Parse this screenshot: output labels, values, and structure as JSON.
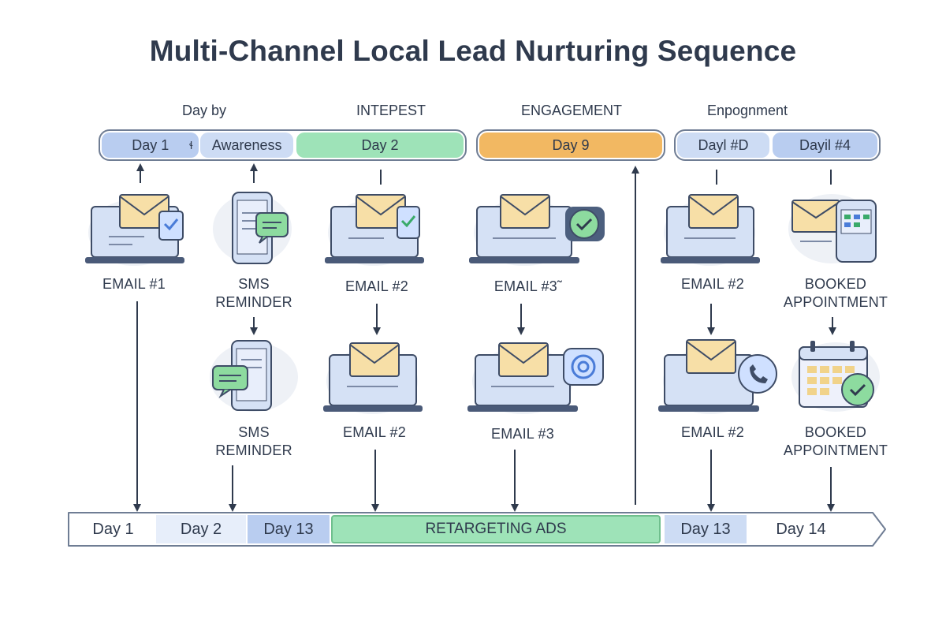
{
  "title": "Multi-Channel Local Lead Nurturing Sequence",
  "stages": [
    {
      "label": "Day by"
    },
    {
      "label": "INTEPEST"
    },
    {
      "label": "ENGAGEMENT"
    },
    {
      "label": "Enpognment"
    }
  ],
  "top_pills": {
    "group1": [
      "Day 1",
      "Awareness",
      "Day 2"
    ],
    "group1_marker": "ɬ",
    "group2": [
      "Day 9"
    ],
    "group3": [
      "Dayl #D",
      "Dayil #4"
    ]
  },
  "nodes_row1": [
    {
      "label": "EMAIL #1",
      "icon": "laptop-email-icon"
    },
    {
      "label": "SMS\nREMINDER",
      "icon": "phone-sms-icon"
    },
    {
      "label": "EMAIL #2",
      "icon": "laptop-email-icon"
    },
    {
      "label": "EMAIL #3˜",
      "icon": "laptop-email-check-icon"
    },
    {
      "label": "EMAIL #2",
      "icon": "laptop-email-icon"
    },
    {
      "label": "BOOKED\nAPPOINTMENT",
      "icon": "phone-calendar-icon"
    }
  ],
  "nodes_row2": [
    {
      "label": "SMS\nREMINDER",
      "icon": "phone-sms-icon"
    },
    {
      "label": "EMAIL #2",
      "icon": "laptop-email-icon"
    },
    {
      "label": "EMAIL #3",
      "icon": "laptop-email-target-icon"
    },
    {
      "label": "EMAIL #2",
      "icon": "laptop-email-phone-icon"
    },
    {
      "label": "BOOKED\nAPPOINTMENT",
      "icon": "calendar-check-icon"
    }
  ],
  "bottom_timeline": [
    "Day 1",
    "Day  2",
    "Day 13",
    "RETARGETING ADS",
    "Day 13",
    "Day 14"
  ],
  "colors": {
    "blue": "#b9cdf0",
    "green": "#9ee3b8",
    "orange": "#f2b862",
    "outline": "#6f7d94",
    "text": "#2f3a4d"
  }
}
